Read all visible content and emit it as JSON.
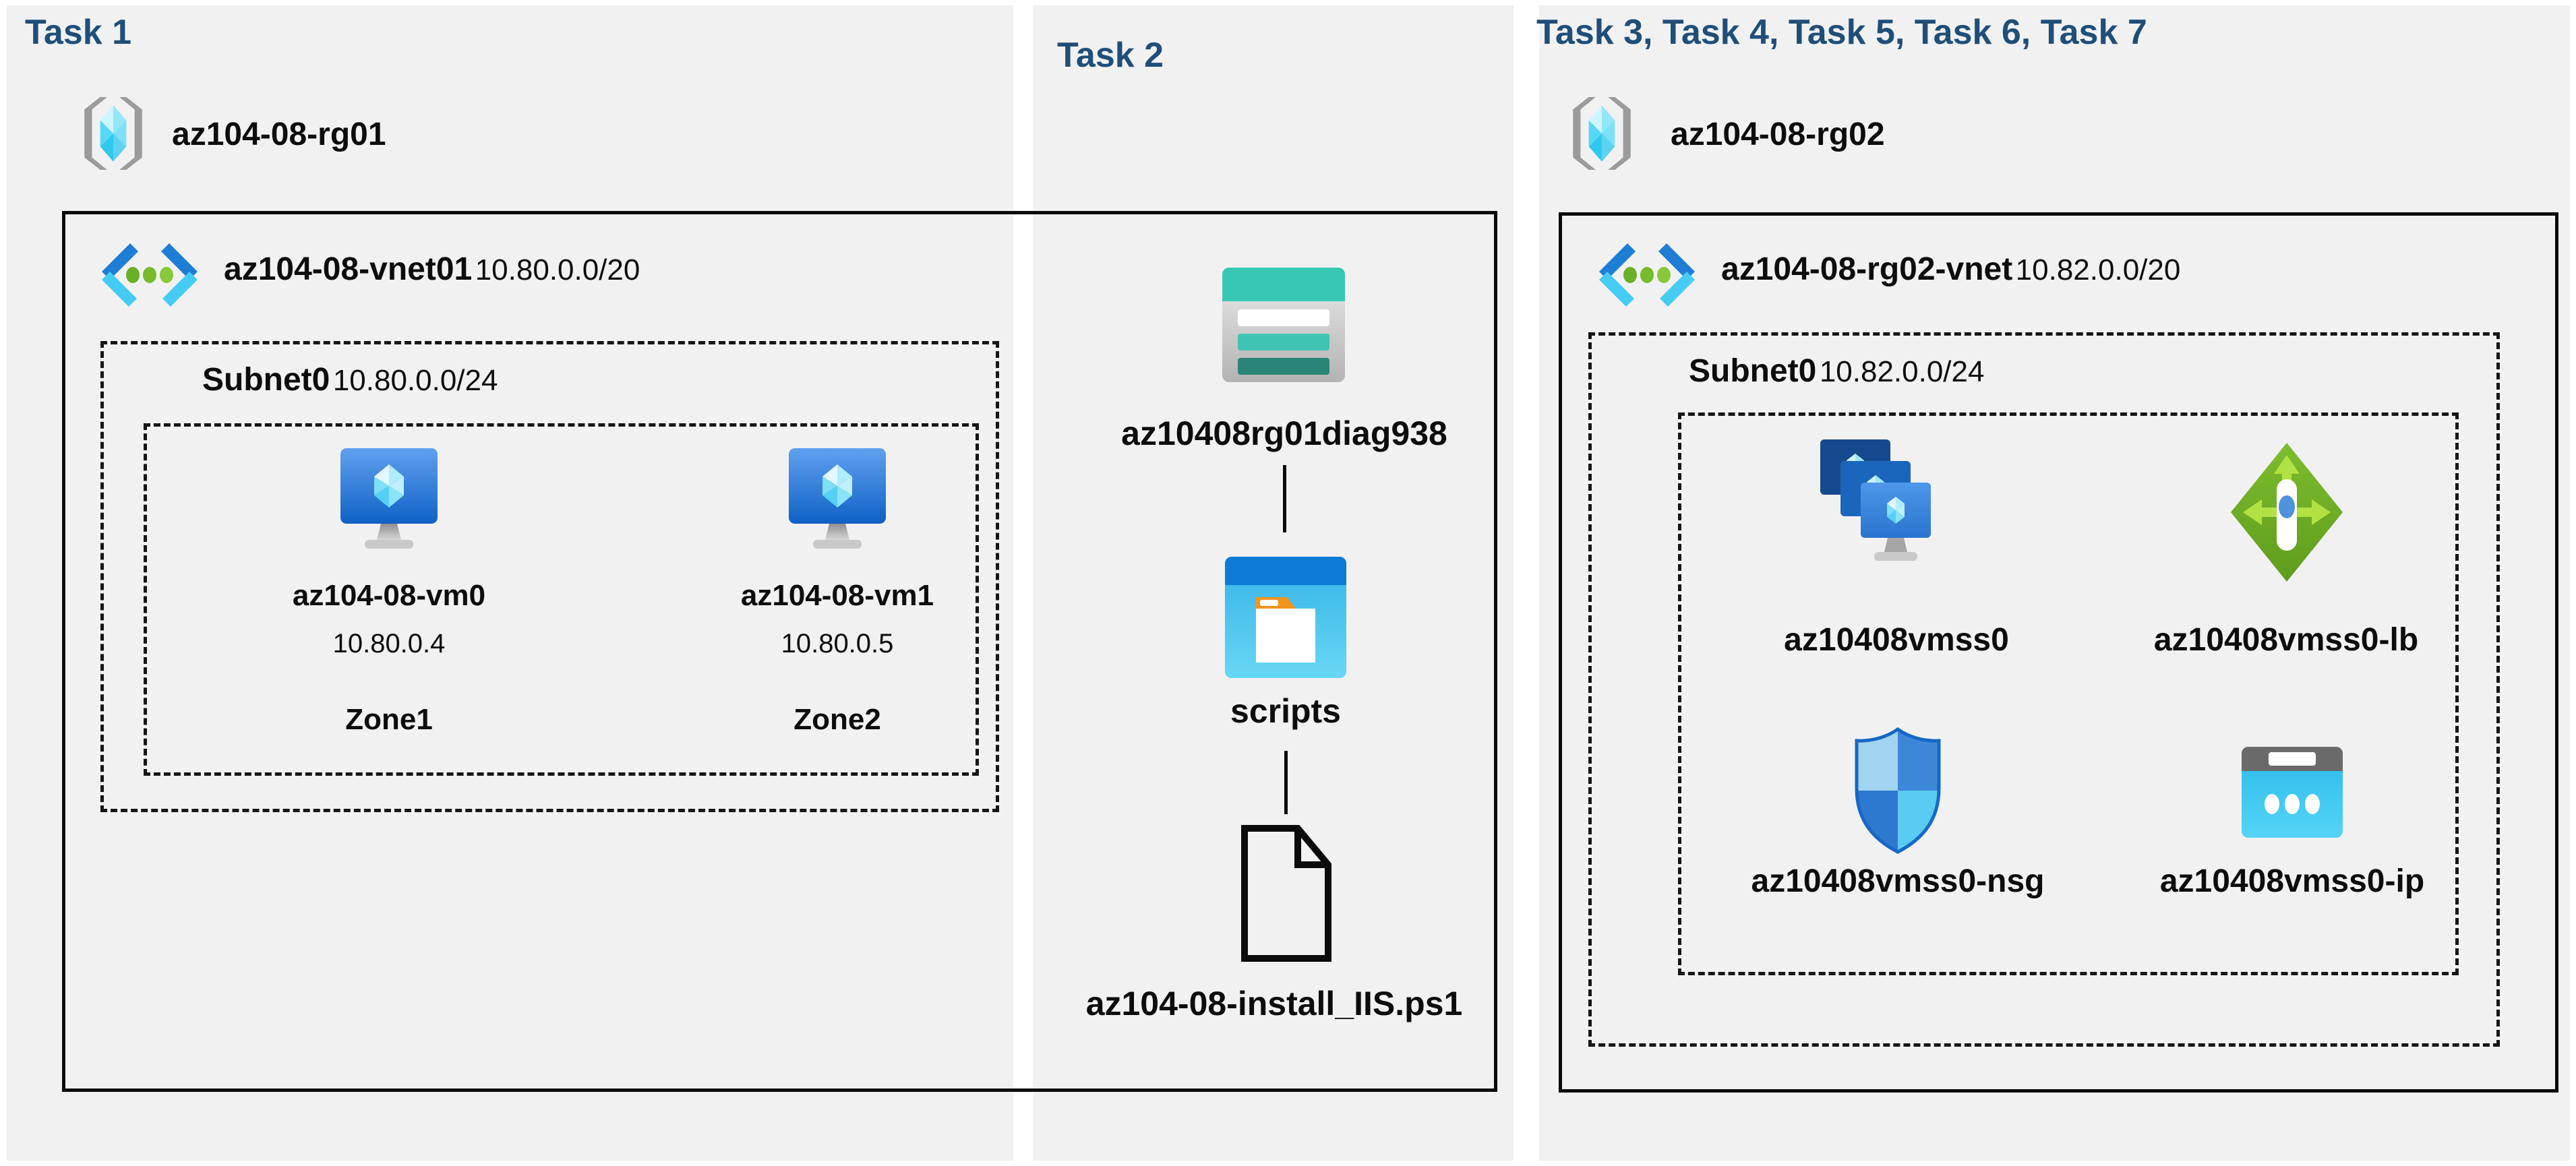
{
  "panels": {
    "task1": {
      "heading": "Task 1",
      "resource_group": {
        "name": "az104-08-rg01"
      },
      "vnet": {
        "name": "az104-08-vnet01",
        "cidr": "10.80.0.0/20"
      },
      "subnet": {
        "name": "Subnet0",
        "cidr": "10.80.0.0/24"
      },
      "vms": [
        {
          "name": "az104-08-vm0",
          "ip": "10.80.0.4",
          "zone": "Zone1"
        },
        {
          "name": "az104-08-vm1",
          "ip": "10.80.0.5",
          "zone": "Zone2"
        }
      ]
    },
    "task2": {
      "heading": "Task 2",
      "storage_account": "az10408rg01diag938",
      "container": "scripts",
      "file": "az104-08-install_IIS.ps1"
    },
    "task3": {
      "heading": "Task 3, Task 4, Task 5, Task 6, Task 7",
      "resource_group": {
        "name": "az104-08-rg02"
      },
      "vnet": {
        "name": "az104-08-rg02-vnet",
        "cidr": "10.82.0.0/20"
      },
      "subnet": {
        "name": "Subnet0",
        "cidr": "10.82.0.0/24"
      },
      "resources": [
        {
          "name": "az10408vmss0",
          "type": "vm-scale-set"
        },
        {
          "name": "az10408vmss0-lb",
          "type": "load-balancer"
        },
        {
          "name": "az10408vmss0-nsg",
          "type": "network-security-group"
        },
        {
          "name": "az10408vmss0-ip",
          "type": "public-ip"
        }
      ]
    }
  },
  "icons": {
    "resource_group": "resource-group-icon",
    "virtual_network": "virtual-network-icon",
    "virtual_machine": "virtual-machine-icon",
    "storage_account": "storage-account-icon",
    "blob_container": "blob-container-icon",
    "file": "document-icon",
    "vm_scale_set": "vm-scale-set-icon",
    "load_balancer": "load-balancer-icon",
    "network_security_group": "shield-icon",
    "public_ip": "public-ip-icon"
  },
  "colors": {
    "heading": "#1f4e79",
    "panel_bg": "#f1f1f2",
    "line": "#0b0b0b",
    "azure_blue": "#1e7ed6",
    "azure_cyan": "#44ccf4",
    "green": "#76bc2d",
    "teal": "#38c7b4"
  }
}
